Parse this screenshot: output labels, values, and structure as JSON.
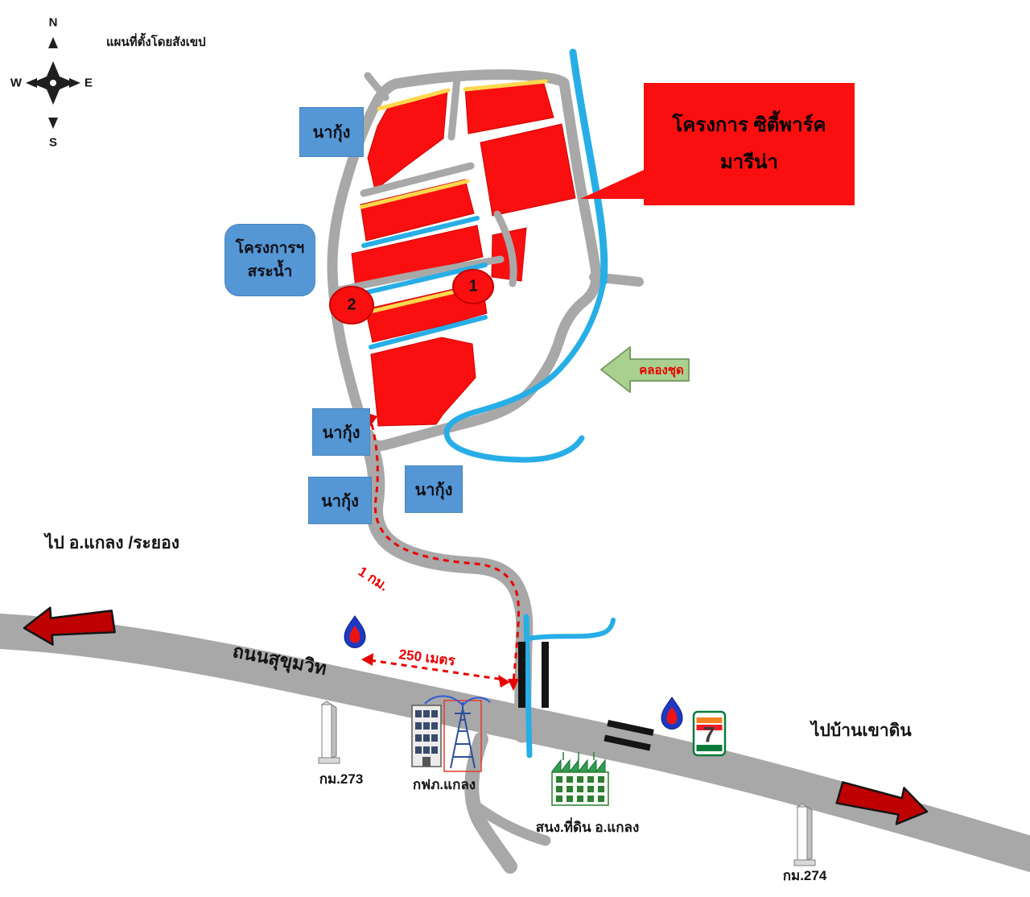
{
  "colors": {
    "plot_red": "#f90f0f",
    "road_gray": "#a8a8a8",
    "water_blue": "#27aee6",
    "box_blue": "#5596d4",
    "arrow_red": "#bf0000",
    "canal_green": "#a9d08e",
    "dike_yellow": "#ffd84d",
    "text_red": "#e90000",
    "ink": "#141414"
  },
  "compass": {
    "note": "แผนที่ตั้งโดยสังเขป",
    "n": "N",
    "e": "E",
    "s": "S",
    "w": "W"
  },
  "project": {
    "callout_line1": "โครงการ ซิตี้พาร์ค",
    "callout_line2": "มารีน่า",
    "plot_1": "1",
    "plot_2": "2",
    "pond_line1": "โครงการฯ",
    "pond_line2": "สระน้ำ"
  },
  "areas": {
    "shrimp_farms": [
      "นากุ้ง",
      "นากุ้ง",
      "นากุ้ง",
      "นากุ้ง"
    ],
    "canal_label": "คลองชุด"
  },
  "wayfinding": {
    "road_name": "ถนนสุขุมวิท",
    "to_west": "ไป อ.แกลง /ระยอง",
    "to_east": "ไปบ้านเขาดิน",
    "distance_to_project": "1 กม.",
    "distance_to_station": "250 เมตร"
  },
  "landmarks": {
    "km_273": "กม.273",
    "pea_klaeng": "กฟภ.แกลง",
    "land_office": "สนง.ที่ดิน อ.แกลง",
    "km_274": "กม.274",
    "seven_eleven": "7"
  }
}
